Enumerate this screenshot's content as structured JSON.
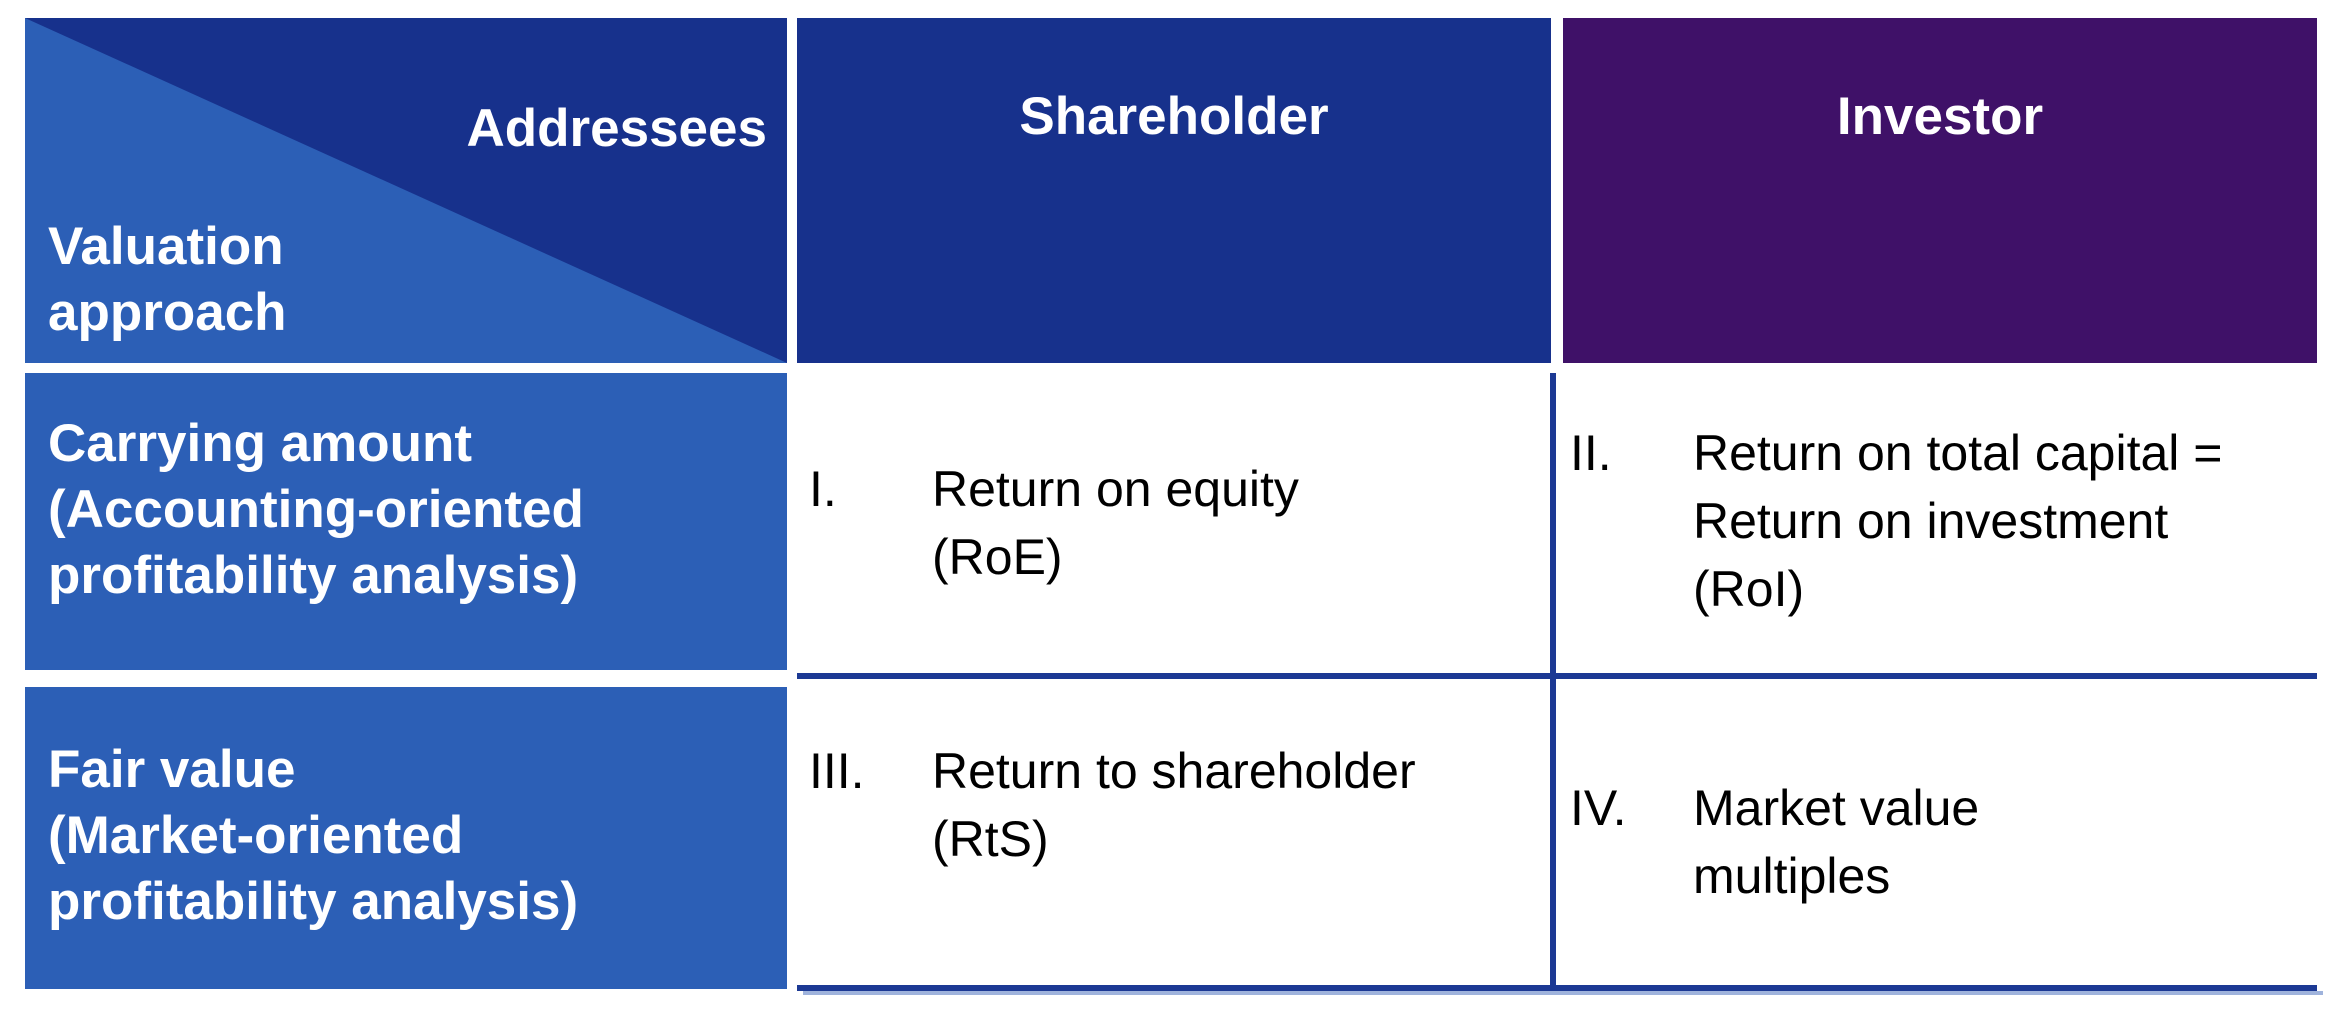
{
  "matrix": {
    "corner": {
      "axis_top_right": "Addressees",
      "axis_bottom_left": "Valuation\napproach"
    },
    "column_headers": [
      "Shareholder",
      "Investor"
    ],
    "row_headers": [
      "Carrying amount\n(Accounting-oriented\nprofitability analysis)",
      "Fair value\n(Market-oriented\nprofitability analysis)"
    ],
    "cells": [
      {
        "numeral": "I.",
        "text": "Return on equity\n(RoE)"
      },
      {
        "numeral": "II.",
        "text": "Return on total capital =\nReturn on investment\n(RoI)"
      },
      {
        "numeral": "III.",
        "text": "Return to shareholder\n(RtS)"
      },
      {
        "numeral": "IV.",
        "text": "Market value\nmultiples"
      }
    ]
  },
  "colors": {
    "header-navy": "#17318C",
    "header-purple": "#3F1168",
    "row-blue": "#2C5FB6",
    "grid-navy": "#1C3994",
    "shadow-blue": "#9FB3DC",
    "text-light": "#FFFFFF",
    "text-dark": "#000000"
  }
}
